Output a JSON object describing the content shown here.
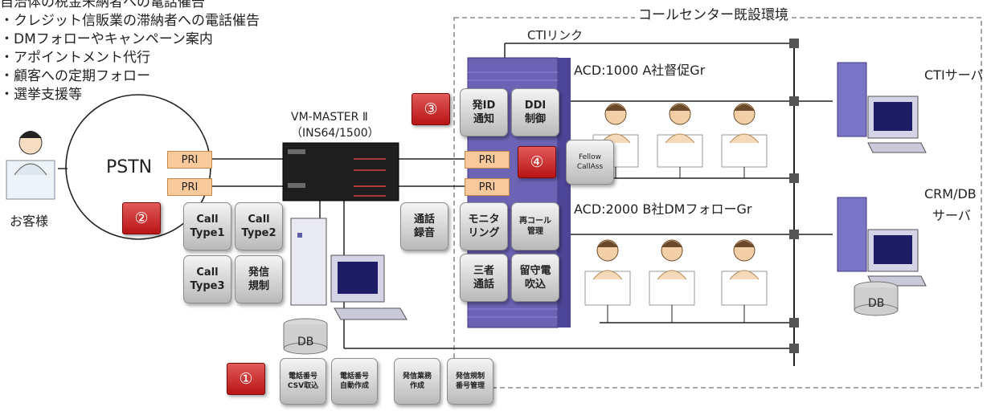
{
  "bullets": [
    "自治体の税金未納者への電話催告",
    "・クレジット信販業の滞納者への電話催告",
    "・DMフォローやキャンペーン案内",
    "・アポイントメント代行",
    "・顧客への定期フォロー",
    "・選挙支援等"
  ],
  "env_title": "コールセンター既設環境",
  "customer_label": "お客様",
  "pstn_label": "PSTN",
  "vm_title_1": "VM-MASTER Ⅱ",
  "vm_title_2": "（INS64/1500）",
  "cti_link": "CTIリンク",
  "acd1": "ACD:1000 A社督促Gr",
  "acd2": "ACD:2000 B社DMフォローGr",
  "cti_server": "CTIサーバ",
  "crm_server_1": "CRM/DB",
  "crm_server_2": "サーバ",
  "db_label": "DB",
  "pri_label": "PRI",
  "badges": {
    "b1": "①",
    "b2": "②",
    "b3": "③",
    "b4": "④"
  },
  "buttons": {
    "call_type1": "Call\nType1",
    "call_type2": "Call\nType2",
    "call_type3": "Call\nType3",
    "hasshin_kisei": "発信\n規制",
    "tsuwa_rokuon": "通話\n録音",
    "hasshin_id": "発ID\n通知",
    "ddi": "DDI\n制御",
    "monitoring": "モニタ\nリング",
    "recall": "再コール\n管理",
    "sansha": "三者\n通話",
    "rusuden": "留守電\n吹込",
    "fellow": "Fellow\nCallAss",
    "csv": "電話番号\nCSV取込",
    "auto": "電話番号\n自動作成",
    "gyomu": "発信業務\n作成",
    "kisei_bango": "発信規制\n番号管理"
  },
  "colors": {
    "badge_red": "#c0191b",
    "pri_orange": "#f8c99a",
    "rack_purple": "#6c63b5",
    "dashed_border": "#8a8a8a"
  }
}
